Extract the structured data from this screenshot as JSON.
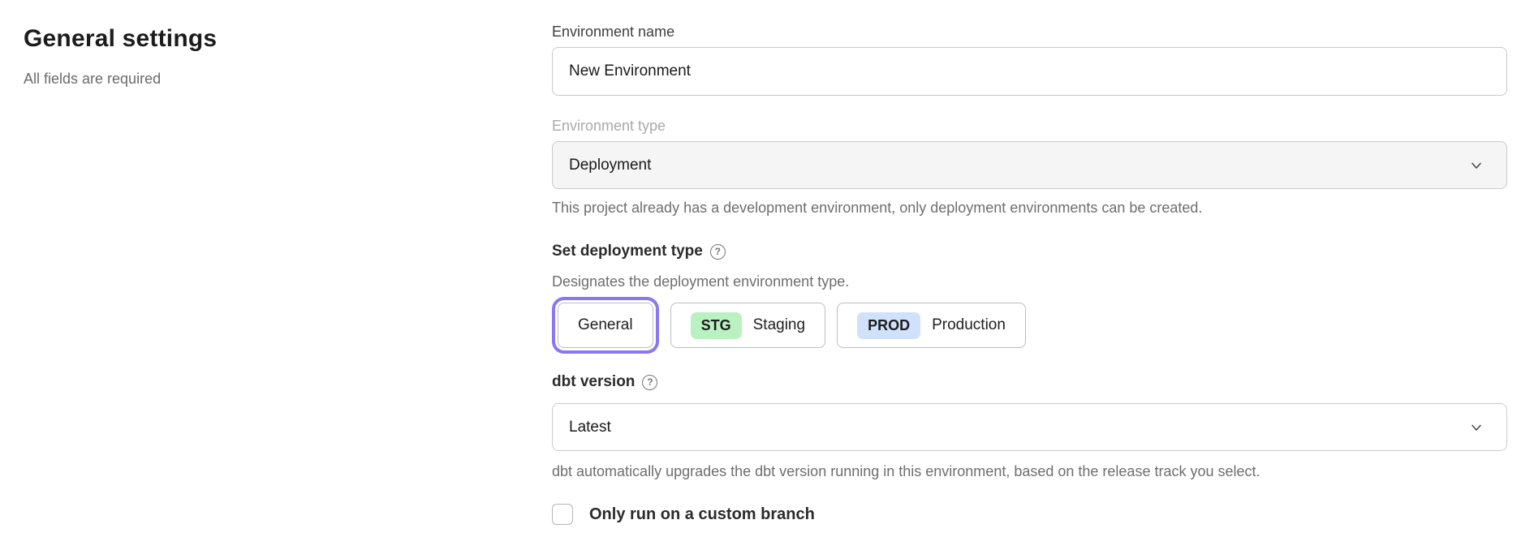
{
  "header": {
    "title": "General settings",
    "subtitle": "All fields are required"
  },
  "form": {
    "environment_name": {
      "label": "Environment name",
      "value": "New Environment"
    },
    "environment_type": {
      "label": "Environment type",
      "value": "Deployment",
      "disabled": true,
      "helper": "This project already has a development environment, only deployment environments can be created."
    },
    "deployment_type": {
      "label": "Set deployment type",
      "description": "Designates the deployment environment type.",
      "options": [
        {
          "label": "General",
          "badge": "",
          "selected": true
        },
        {
          "label": "Staging",
          "badge": "STG",
          "badge_style": "background:#b9f2c0",
          "badge_color": "#b9f2c0"
        },
        {
          "label": "Production",
          "badge": "PROD",
          "badge_style": "background:#d0e2fb",
          "badge_color": "#d0e2fb"
        }
      ]
    },
    "dbt_version": {
      "label": "dbt version",
      "value": "Latest",
      "helper": "dbt automatically upgrades the dbt version running in this environment, based on the release track you select."
    },
    "custom_branch": {
      "label": "Only run on a custom branch",
      "checked": false
    }
  },
  "icons": {
    "help_glyph": "?"
  },
  "colors": {
    "accent_purple": "#8c76f1",
    "staging_badge_green": "#b9f2c0",
    "production_badge_blue": "#d0e2fb",
    "disabled_bg": "#f5f5f5",
    "border": "#c9c9c9",
    "helper_text": "#6e6e6e"
  }
}
